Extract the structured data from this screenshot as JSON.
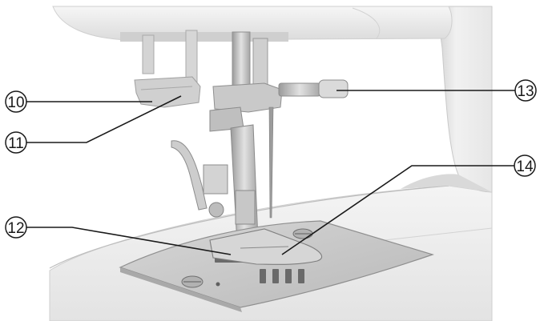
{
  "figure": {
    "callouts": [
      {
        "number": "10",
        "part": "thread-guide"
      },
      {
        "number": "11",
        "part": "needle-threader"
      },
      {
        "number": "12",
        "part": "needle-plate"
      },
      {
        "number": "13",
        "part": "needle-clamp-screw"
      },
      {
        "number": "14",
        "part": "presser-foot"
      }
    ]
  },
  "colors": {
    "body_light": "#f2f2f2",
    "body_mid": "#d9d9d9",
    "body_shadow": "#b8b8b8",
    "metal_plate": "#c9c9c9",
    "metal_dark": "#8c8c8c",
    "line": "#1a1a1a"
  }
}
